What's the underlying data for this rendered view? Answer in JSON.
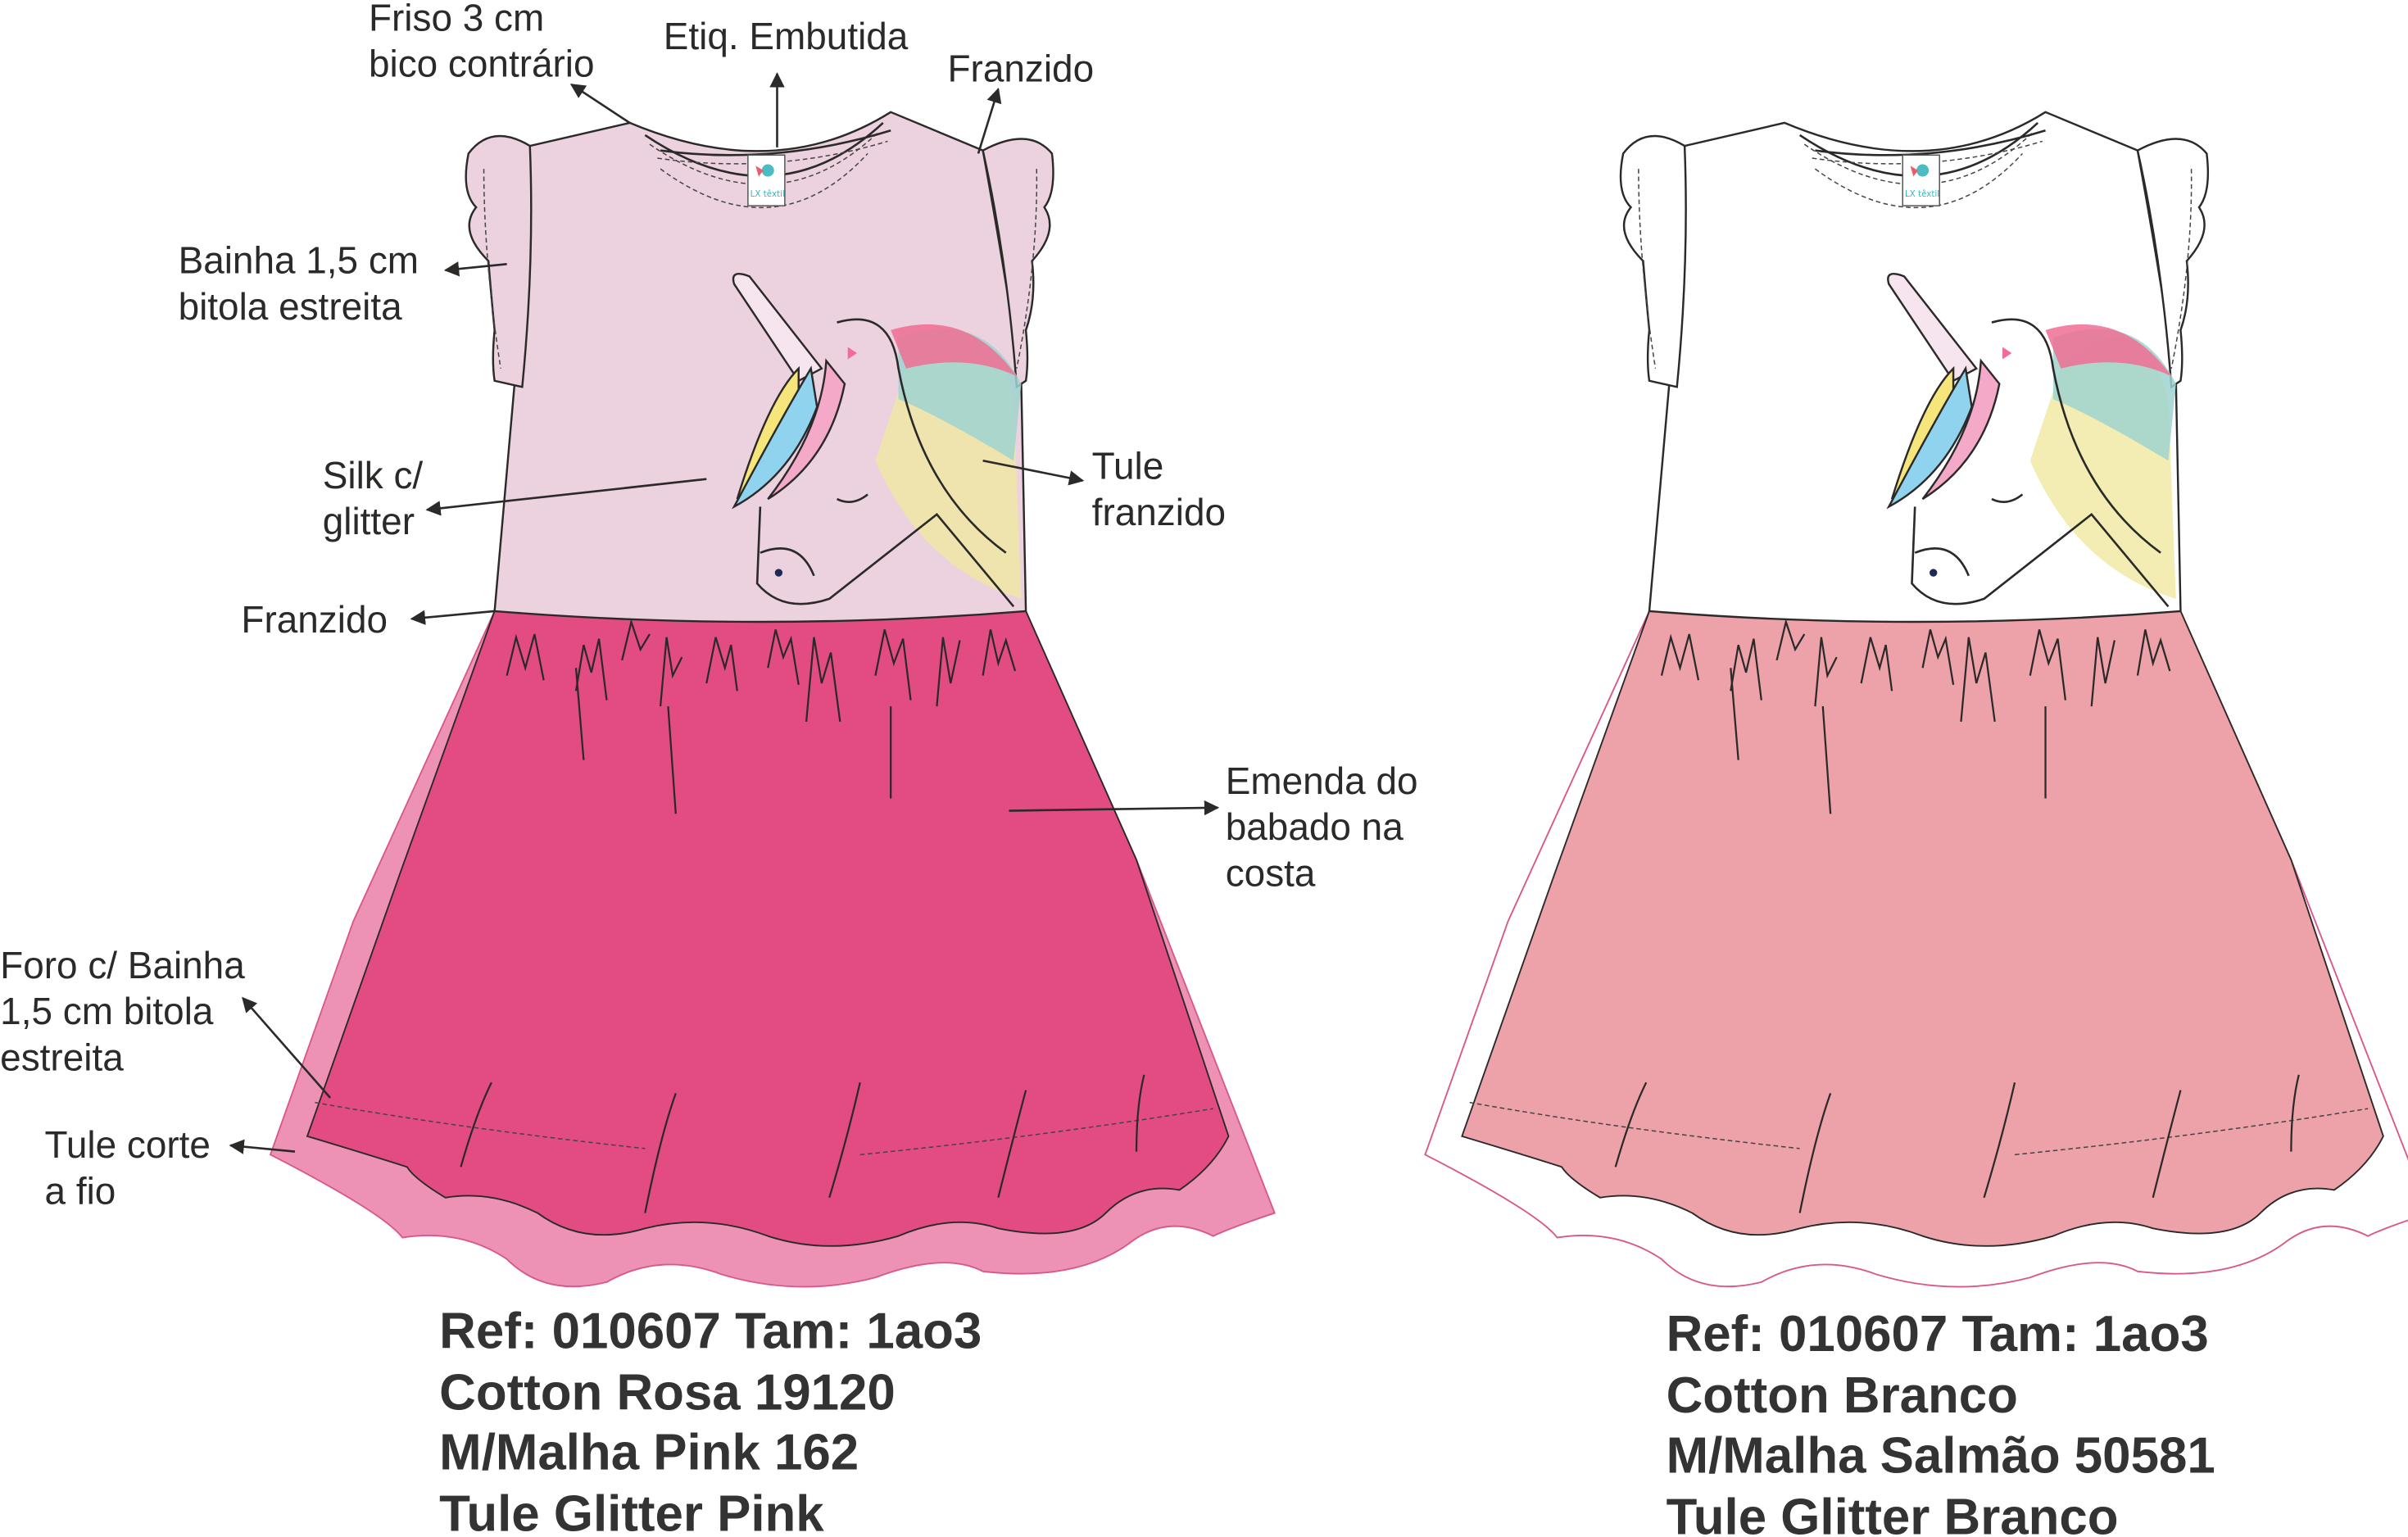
{
  "labels": {
    "friso": [
      "Friso 3 cm",
      "bico contrário"
    ],
    "etiqueta": "Etiq. Embutida",
    "franzido_top": "Franzido",
    "bainha": [
      "Bainha 1,5 cm",
      "bitola estreita"
    ],
    "silk": [
      "Silk c/",
      "glitter"
    ],
    "tule": [
      "Tule",
      "franzido"
    ],
    "franzido_waist": "Franzido",
    "emenda": [
      "Emenda do",
      "babado na",
      "costa"
    ],
    "foro": [
      "Foro c/ Bainha",
      "1,5 cm bitola",
      "estreita"
    ],
    "tule_corte": [
      "Tule corte",
      "a fio"
    ]
  },
  "brand_tag": "LX têxtil",
  "variants": [
    {
      "lines": [
        "Ref: 010607 Tam: 1ao3",
        "Cotton Rosa 19120",
        "M/Malha Pink 162",
        "Tule Glitter Pink"
      ],
      "colors": {
        "bodice": "#ecd1df",
        "skirt": "#e34c83",
        "tulle": "#ee92b5"
      }
    },
    {
      "lines": [
        "Ref: 010607 Tam: 1ao3",
        "Cotton Branco",
        "M/Malha Salmão 50581",
        "Tule Glitter Branco"
      ],
      "colors": {
        "bodice": "#ffffff",
        "skirt": "#eda1a9",
        "tulle": "#ffffff"
      }
    }
  ]
}
